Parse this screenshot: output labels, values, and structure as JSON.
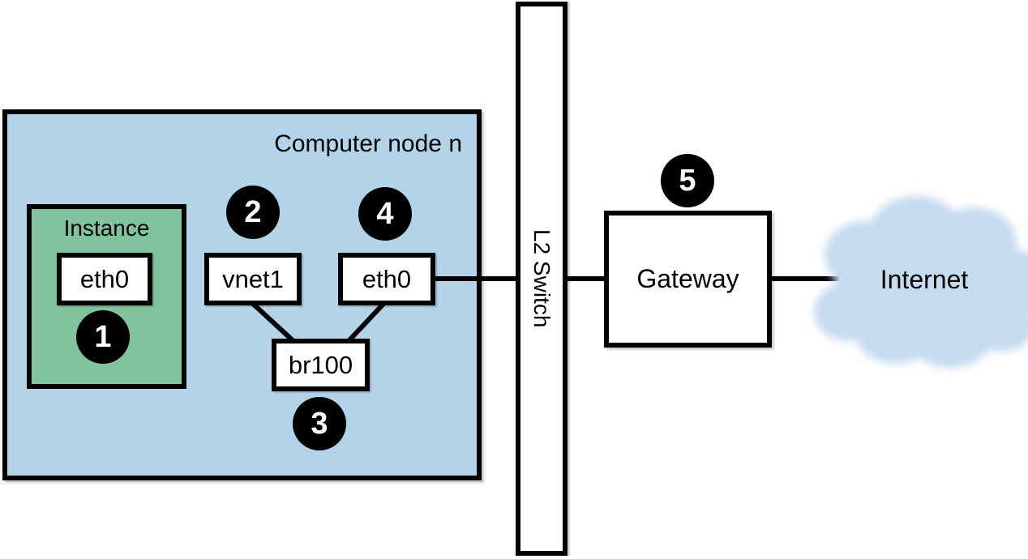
{
  "diagram": {
    "compute_node": {
      "title": "Computer node n",
      "instance": {
        "label": "Instance",
        "interface_label": "eth0",
        "badge": "1"
      },
      "vnet1": {
        "label": "vnet1",
        "badge": "2"
      },
      "eth0": {
        "label": "eth0",
        "badge": "4"
      },
      "br100": {
        "label": "br100",
        "badge": "3"
      }
    },
    "l2_switch": {
      "label": "L2 Switch"
    },
    "gateway": {
      "label": "Gateway",
      "badge": "5"
    },
    "internet": {
      "label": "Internet"
    },
    "colors": {
      "compute_node_fill": "#b3d3e9",
      "instance_fill": "#80c39c",
      "cloud_fill": "#c5dcef",
      "box_fill": "#ffffff",
      "line_and_border": "#000000",
      "badge_fill": "#000000",
      "badge_text": "#ffffff"
    }
  }
}
